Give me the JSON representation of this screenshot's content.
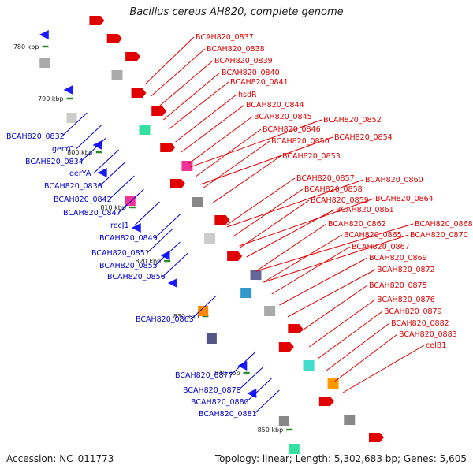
{
  "title": "Bacillus cereus AH820, complete genome",
  "footer": {
    "accession": "Accession: NC_011773",
    "topology": "Topology: linear; Length: 5,302,683 bp; Genes: 5,605"
  },
  "colors": {
    "backbone": "#8a8a8a",
    "forward_label": "#e00000",
    "reverse_label": "#0000cc",
    "tick": "#2a8a2a",
    "kbp_label": "#222222"
  },
  "kbp_marks": [
    "780 kbp",
    "790 kbp",
    "800 kbp",
    "810 kbp",
    "820 kbp",
    "830 kbp",
    "840 kbp",
    "850 kbp"
  ],
  "forward_genes": [
    "BCAH820_0837",
    "BCAH820_0838",
    "BCAH820_0839",
    "BCAH820_0840",
    "BCAH820_0841",
    "hsdR",
    "BCAH820_0844",
    "BCAH820_0845",
    "BCAH820_0846",
    "BCAH820_0850",
    "BCAH820_0853",
    "BCAH820_0852",
    "BCAH820_0854",
    "BCAH820_0857",
    "BCAH820_0858",
    "BCAH820_0859",
    "BCAH820_0861",
    "BCAH820_0860",
    "BCAH820_0864",
    "BCAH820_0862",
    "BCAH820_0865",
    "BCAH820_0867",
    "BCAH820_0869",
    "BCAH820_0872",
    "BCAH820_0868",
    "BCAH820_0870",
    "BCAH820_0875",
    "BCAH820_0876",
    "BCAH820_0879",
    "BCAH820_0882",
    "BCAH820_0883",
    "celB1"
  ],
  "reverse_genes": [
    "BCAH820_0832",
    "gerYC",
    "BCAH820_0834",
    "gerYA",
    "BCAH820_0836",
    "BCAH820_0842",
    "BCAH820_0847",
    "recJ1",
    "BCAH820_0849",
    "BCAH820_0851",
    "BCAH820_0855",
    "BCAH820_0856",
    "BCAH820_0863",
    "BCAH820_0877",
    "BCAH820_0878",
    "BCAH820_0880",
    "BCAH820_0881"
  ]
}
